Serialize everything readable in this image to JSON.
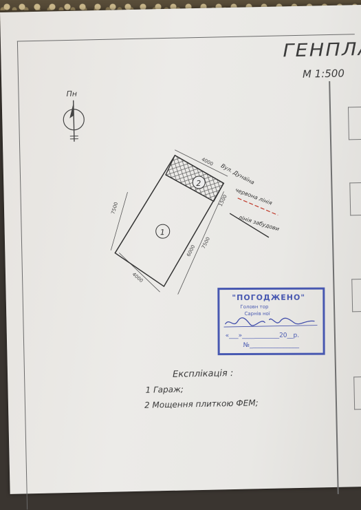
{
  "title": "ГЕНПЛАН",
  "scale": "М 1:500",
  "north_label": "Пн",
  "plot": {
    "labels": {
      "lot_1": "1",
      "lot_2": "2"
    },
    "dims": {
      "top": "4000",
      "left": "7500",
      "bottom": "4000",
      "right_a": "6000",
      "right_b": "7500",
      "right_short": "1500"
    },
    "street": "Вул. Дунаїна",
    "red_line": "червона лінія",
    "build_line": "лінія забудови"
  },
  "stamp": {
    "heading": "\"ПОГОДЖЕНО\"",
    "line1": "Головн          тор",
    "line2": "Сарнів         ної",
    "date_line": "«___»____________20__р.",
    "number_line": "№________________"
  },
  "legend": {
    "heading": "Експлікація :",
    "item1": "1 Гараж;",
    "item2": "2 Мощення плиткою ФЕМ;"
  },
  "colors": {
    "stamp": "#2c3fa8",
    "red_line": "#c0392b",
    "ink": "#3a3a3a"
  }
}
